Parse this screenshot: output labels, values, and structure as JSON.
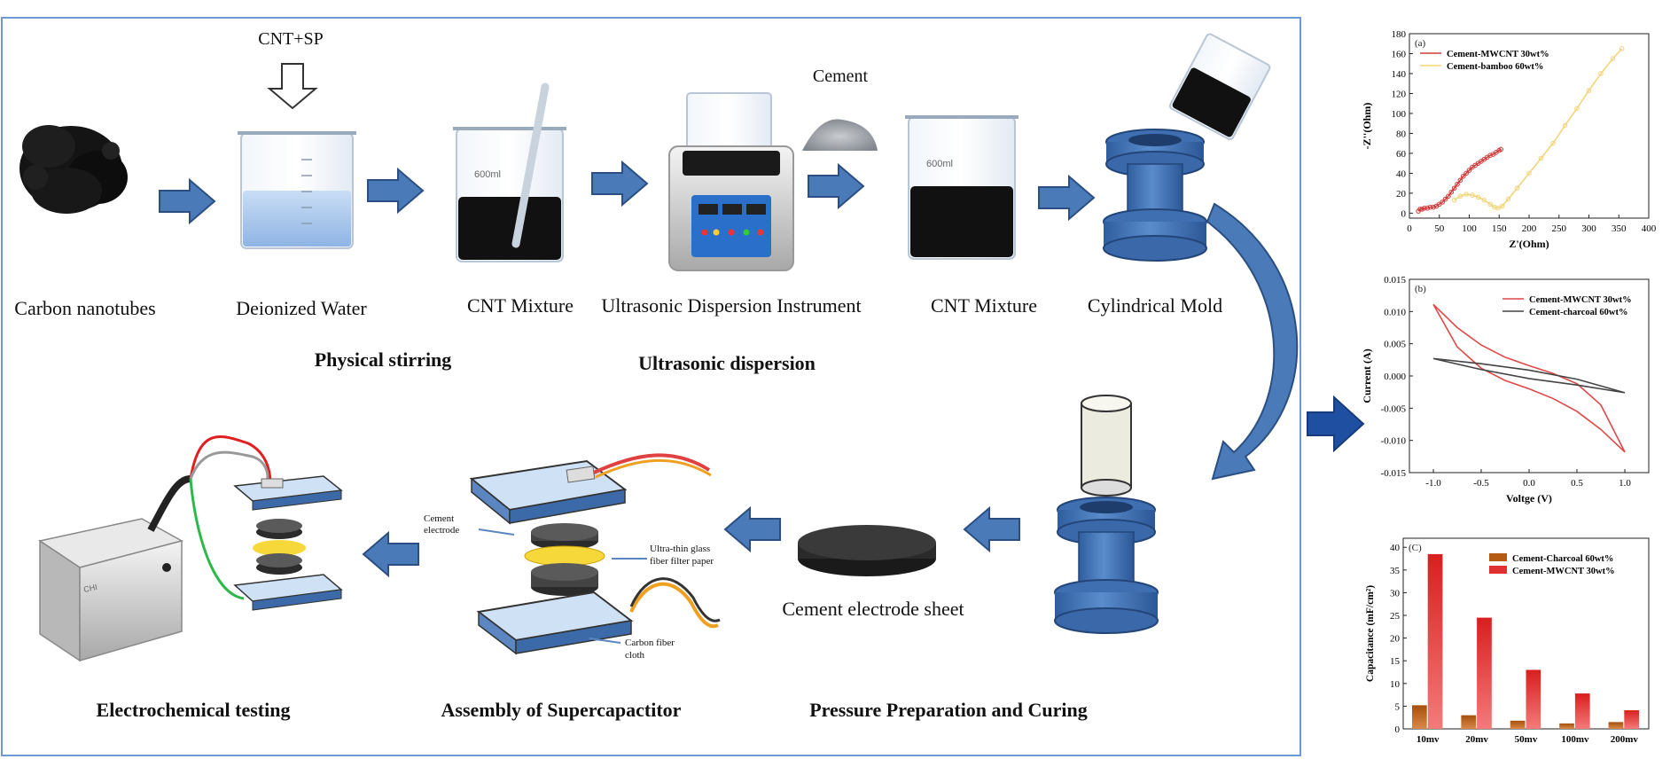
{
  "process": {
    "top_note": "CNT+SP",
    "cement_note": "Cement",
    "steps": {
      "carbon_nanotubes": "Carbon nanotubes",
      "deionized_water": "Deionized Water",
      "cnt_mixture_1": "CNT Mixture",
      "ultrasonic_instrument": "Ultrasonic Dispersion Instrument",
      "cnt_mixture_2": "CNT Mixture",
      "cylindrical_mold": "Cylindrical Mold",
      "cement_electrode_sheet": "Cement electrode sheet"
    },
    "stages": {
      "physical_stirring": "Physical stirring",
      "ultrasonic_dispersion": "Ultrasonic dispersion",
      "electrochemical_testing": "Electrochemical testing",
      "assembly": "Assembly of Supercapactitor",
      "pressure": "Pressure Preparation and Curing"
    },
    "assembly_labels": {
      "cement_electrode_1": "Cement",
      "cement_electrode_2": "electrode",
      "filter_1": "Ultra-thin glass",
      "filter_2": "fiber filter paper",
      "cloth_1": "Carbon fiber",
      "cloth_2": "cloth"
    },
    "beaker_marks": {
      "ml": "600ml"
    },
    "device_brand": "CHI"
  },
  "colors": {
    "arrow_fill": "#4a7ab8",
    "arrow_stroke": "#2b4f82",
    "panel_border": "#6f9ad1",
    "mold_blue": "#3f6fb0",
    "liquid_black": "#111111",
    "water_blue": "#a9c8ee"
  },
  "chart_data": [
    {
      "panel_tag": "(a)",
      "type": "line",
      "xlabel": "Z'(Ohm)",
      "ylabel": "-Z''(Ohm)",
      "xlim": [
        0,
        400
      ],
      "ylim": [
        -5,
        180
      ],
      "xticks": [
        0,
        50,
        100,
        150,
        200,
        250,
        300,
        350,
        400
      ],
      "yticks": [
        0,
        20,
        40,
        60,
        80,
        100,
        120,
        140,
        160,
        180
      ],
      "legend": "top-left",
      "series": [
        {
          "name": "Cement-MWCNT 30wt%",
          "color": "#d03a3a",
          "x": [
            15,
            18,
            21,
            25,
            30,
            35,
            40,
            45,
            50,
            55,
            60,
            65,
            70,
            75,
            80,
            85,
            90,
            95,
            100,
            105,
            110,
            115,
            120,
            125,
            130,
            135,
            140,
            145,
            150,
            153
          ],
          "y": [
            2,
            4,
            4,
            5,
            5,
            6,
            6,
            7,
            9,
            11,
            14,
            17,
            21,
            25,
            29,
            33,
            37,
            40,
            43,
            46,
            48,
            50,
            52,
            54,
            56,
            58,
            59,
            61,
            63,
            64
          ]
        },
        {
          "name": "Cement-bamboo 60wt%",
          "color": "#f0d57a",
          "x": [
            75,
            85,
            95,
            105,
            115,
            125,
            135,
            142,
            148,
            155,
            165,
            180,
            200,
            220,
            240,
            260,
            280,
            300,
            320,
            340,
            355
          ],
          "y": [
            13,
            17,
            19,
            18,
            16,
            13,
            9,
            6,
            5,
            7,
            14,
            25,
            40,
            55,
            70,
            88,
            105,
            123,
            140,
            155,
            165
          ]
        }
      ]
    },
    {
      "panel_tag": "(b)",
      "type": "line",
      "xlabel": "Voltge (V)",
      "ylabel": "Current (A)",
      "xlim": [
        -1.25,
        1.25
      ],
      "ylim": [
        -0.015,
        0.015
      ],
      "xticks": [
        -1.0,
        -0.5,
        0.0,
        0.5,
        1.0
      ],
      "xtick_labels": [
        "-1.0",
        "-0.5",
        "0.0",
        "0.5",
        "1.0"
      ],
      "yticks": [
        -0.015,
        -0.01,
        -0.005,
        0.0,
        0.005,
        0.01,
        0.015
      ],
      "ytick_labels": [
        "-0.015",
        "-0.010",
        "-0.005",
        "0.000",
        "0.005",
        "0.010",
        "0.015"
      ],
      "legend": "top-right",
      "series": [
        {
          "name": "Cement-MWCNT 30wt%",
          "color": "#e04848",
          "x": [
            -1.0,
            -0.75,
            -0.5,
            -0.25,
            0.0,
            0.25,
            0.5,
            0.75,
            1.0,
            0.75,
            0.5,
            0.25,
            0.0,
            -0.25,
            -0.5,
            -0.75,
            -1.0
          ],
          "y": [
            0.0111,
            0.0075,
            0.0048,
            0.0029,
            0.0016,
            0.0004,
            -0.0012,
            -0.0045,
            -0.0118,
            -0.0083,
            -0.0055,
            -0.0035,
            -0.002,
            -0.0007,
            0.0012,
            0.0045,
            0.0111
          ]
        },
        {
          "name": "Cement-charcoal 60wt%",
          "color": "#444444",
          "x": [
            -1.0,
            -0.5,
            0.0,
            0.5,
            1.0,
            0.5,
            0.0,
            -0.5,
            -1.0
          ],
          "y": [
            0.0027,
            0.0019,
            0.0009,
            -0.0005,
            -0.0026,
            -0.0014,
            -0.0004,
            0.001,
            0.0027
          ]
        }
      ]
    },
    {
      "panel_tag": "(C)",
      "type": "bar",
      "ylabel": "Capacitance (mF/cm²)",
      "ylim": [
        0,
        42
      ],
      "yticks": [
        0,
        5,
        10,
        15,
        20,
        25,
        30,
        35,
        40
      ],
      "categories": [
        "10mv",
        "20mv",
        "50mv",
        "100mv",
        "200mv"
      ],
      "legend": "top-right",
      "series": [
        {
          "name": "Cement-Charcoal 60wt%",
          "color": "#b45a12",
          "values": [
            5.2,
            3.0,
            1.8,
            1.2,
            1.5
          ]
        },
        {
          "name": "Cement-MWCNT 30wt%",
          "color": "#e03030",
          "values": [
            38.5,
            24.5,
            13.0,
            7.8,
            4.1
          ]
        }
      ]
    }
  ]
}
